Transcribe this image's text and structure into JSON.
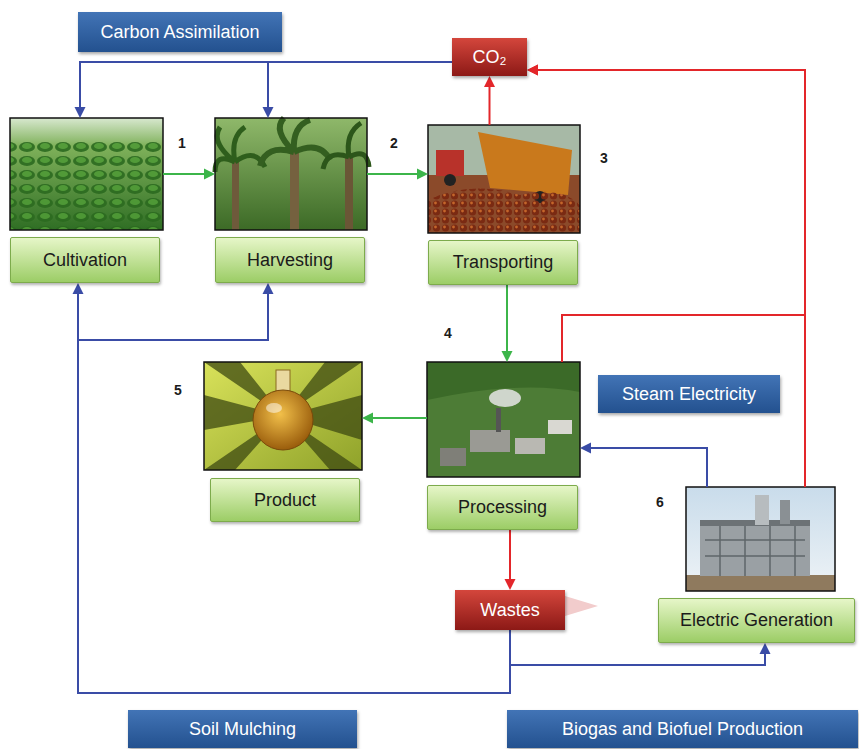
{
  "diagram": {
    "nodes": [
      {
        "text": [
          "Carbon Assimilation"
        ]
      },
      {
        "text": [
          "CO₂"
        ]
      },
      {
        "text": [
          "Cultivation"
        ]
      },
      {
        "text": [
          "Harvesting"
        ]
      },
      {
        "text": [
          "Transporting"
        ]
      },
      {
        "text": [
          "Steam Electricity"
        ]
      },
      {
        "text": [
          "Product"
        ]
      },
      {
        "text": [
          "Processing"
        ]
      },
      {
        "text": [
          "Wastes"
        ]
      },
      {
        "text": [
          "Electric Generation"
        ]
      },
      {
        "text": [
          "Soil Mulching"
        ]
      },
      {
        "text": [
          "Biogas and Biofuel Production"
        ]
      }
    ],
    "edges": [
      {
        "from": 2,
        "to": 3,
        "arrow": "to"
      },
      {
        "from": 3,
        "to": 4,
        "arrow": "to"
      },
      {
        "from": 4,
        "to": 1,
        "arrow": "to"
      },
      {
        "from": 4,
        "to": 7,
        "arrow": "to"
      },
      {
        "from": 7,
        "to": 6,
        "arrow": "to"
      },
      {
        "from": 7,
        "to": 8,
        "arrow": "to"
      },
      {
        "from": 7,
        "to": 1,
        "arrow": "to"
      },
      {
        "from": 9,
        "to": 1,
        "arrow": "to"
      },
      {
        "from": 9,
        "to": 7,
        "arrow": "to"
      },
      {
        "from": 1,
        "to": 2,
        "arrow": "to"
      },
      {
        "from": 1,
        "to": 3,
        "arrow": "to"
      },
      {
        "from": 8,
        "to": 9,
        "arrow": "to"
      },
      {
        "from": 8,
        "to": 2,
        "arrow": "to"
      },
      {
        "from": 8,
        "to": 3,
        "arrow": "to"
      }
    ],
    "labels": [
      "1",
      "2",
      "3",
      "4",
      "5",
      "6"
    ]
  }
}
